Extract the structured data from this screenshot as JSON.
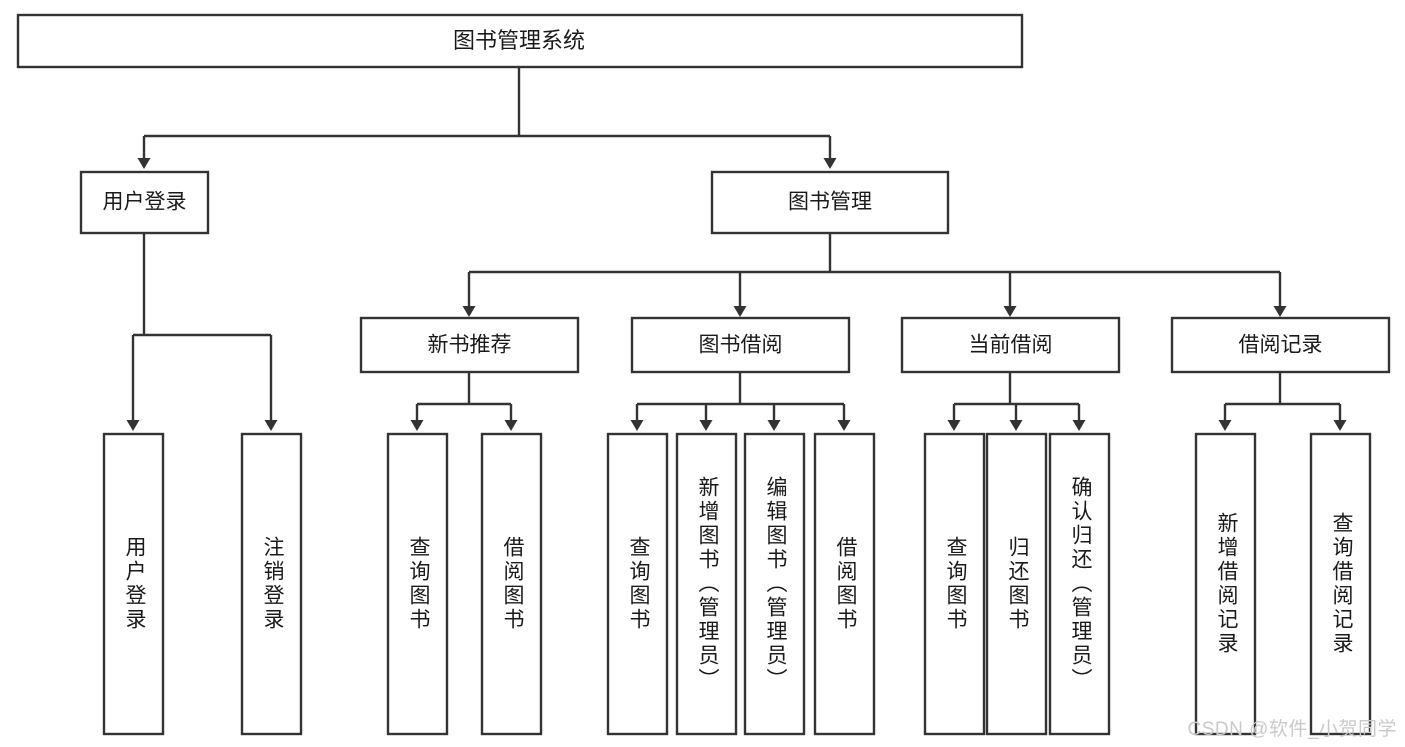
{
  "diagram": {
    "type": "tree-hierarchy",
    "title": "图书管理系统",
    "watermark": "CSDN @软件_小贺同学",
    "orientation": "top-down",
    "levels": 4,
    "root": {
      "id": "root",
      "label": "图书管理系统",
      "text_direction": "horizontal"
    },
    "level2": [
      {
        "id": "user-login",
        "label": "用户登录",
        "text_direction": "horizontal"
      },
      {
        "id": "book-manage",
        "label": "图书管理",
        "text_direction": "horizontal"
      }
    ],
    "level3": [
      {
        "id": "new-book-recommend",
        "label": "新书推荐",
        "parent": "book-manage",
        "text_direction": "horizontal"
      },
      {
        "id": "book-borrow",
        "label": "图书借阅",
        "parent": "book-manage",
        "text_direction": "horizontal"
      },
      {
        "id": "current-borrow",
        "label": "当前借阅",
        "parent": "book-manage",
        "text_direction": "horizontal"
      },
      {
        "id": "borrow-record",
        "label": "借阅记录",
        "parent": "book-manage",
        "text_direction": "horizontal"
      }
    ],
    "leaves": [
      {
        "id": "leaf-user-login",
        "label": "用户登录",
        "parent": "user-login",
        "text_direction": "vertical"
      },
      {
        "id": "leaf-logout",
        "label": "注销登录",
        "parent": "user-login",
        "text_direction": "vertical"
      },
      {
        "id": "leaf-query-book-1",
        "label": "查询图书",
        "parent": "new-book-recommend",
        "text_direction": "vertical"
      },
      {
        "id": "leaf-borrow-book-1",
        "label": "借阅图书",
        "parent": "new-book-recommend",
        "text_direction": "vertical"
      },
      {
        "id": "leaf-query-book-2",
        "label": "查询图书",
        "parent": "book-borrow",
        "text_direction": "vertical"
      },
      {
        "id": "leaf-add-book",
        "label": "新增图书（管理员）",
        "parent": "book-borrow",
        "text_direction": "vertical"
      },
      {
        "id": "leaf-edit-book",
        "label": "编辑图书（管理员）",
        "parent": "book-borrow",
        "text_direction": "vertical"
      },
      {
        "id": "leaf-borrow-book-2",
        "label": "借阅图书",
        "parent": "book-borrow",
        "text_direction": "vertical"
      },
      {
        "id": "leaf-query-book-3",
        "label": "查询图书",
        "parent": "current-borrow",
        "text_direction": "vertical"
      },
      {
        "id": "leaf-return-book",
        "label": "归还图书",
        "parent": "current-borrow",
        "text_direction": "vertical"
      },
      {
        "id": "leaf-confirm-return",
        "label": "确认归还（管理员）",
        "parent": "current-borrow",
        "text_direction": "vertical"
      },
      {
        "id": "leaf-add-record",
        "label": "新增借阅记录",
        "parent": "borrow-record",
        "text_direction": "vertical"
      },
      {
        "id": "leaf-query-record",
        "label": "查询借阅记录",
        "parent": "borrow-record",
        "text_direction": "vertical"
      }
    ],
    "colors": {
      "background": "#ffffff",
      "box_fill": "#ffffff",
      "box_stroke": "#333333",
      "text": "#1a1a1a",
      "watermark": "#c9c9c9"
    }
  }
}
